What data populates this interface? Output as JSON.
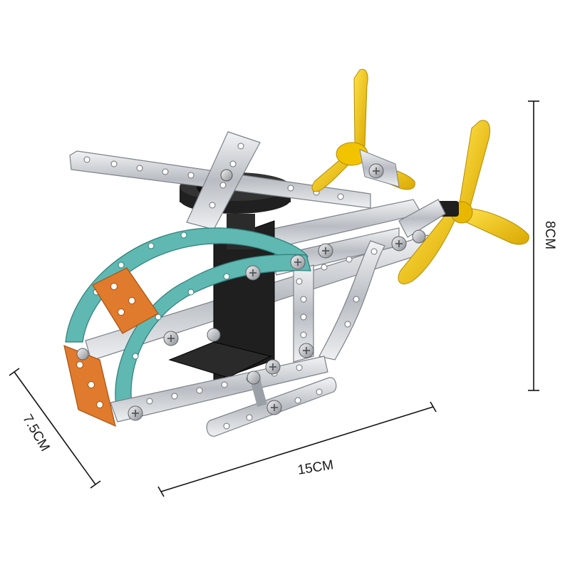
{
  "dimensions": {
    "height_label": "8CM",
    "length_label": "15CM",
    "depth_label": "7.5CM"
  },
  "colors": {
    "background": "#ffffff",
    "steel": "#c9ccd1",
    "frame_teal": "#5fb8b2",
    "panel_orange": "#e07a2c",
    "propeller_yellow": "#f2c400",
    "body_black": "#1f1f1f",
    "dimension_line": "#111111"
  },
  "subject": {
    "name_icon": "helicopter-model-icon"
  }
}
